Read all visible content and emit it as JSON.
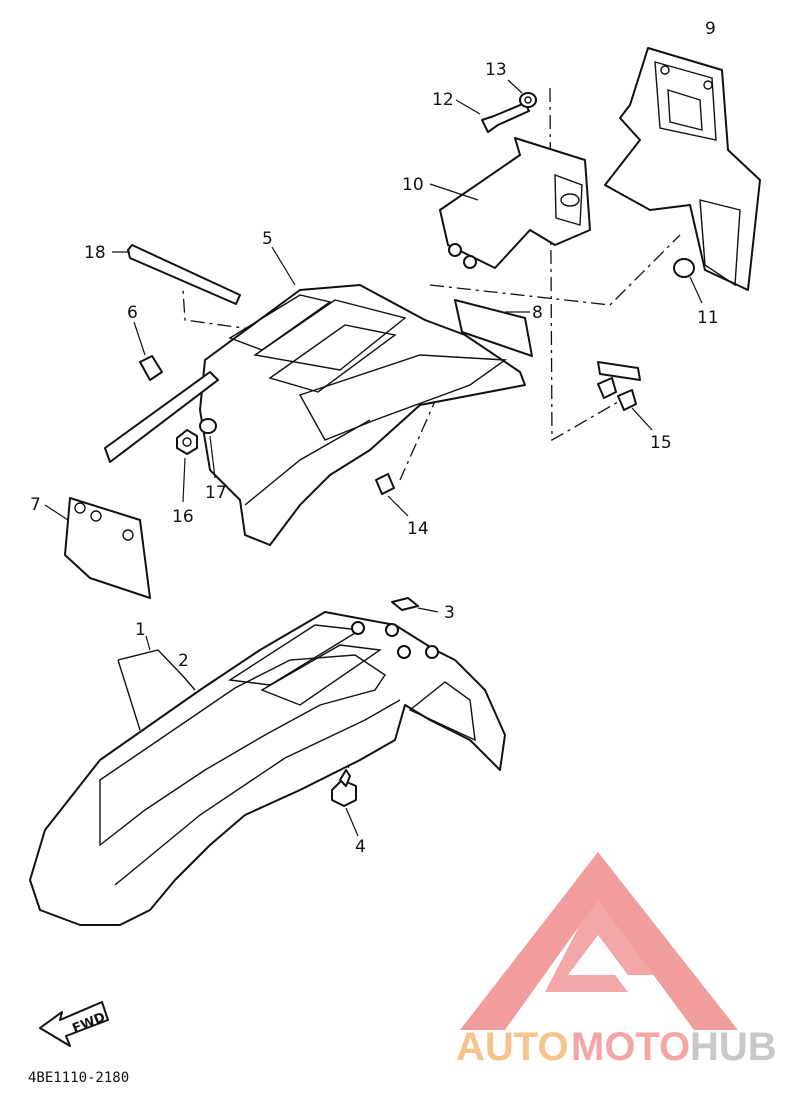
{
  "callouts": {
    "c1": "1",
    "c2": "2",
    "c3": "3",
    "c4": "4",
    "c5": "5",
    "c6": "6",
    "c7": "7",
    "c8": "8",
    "c9": "9",
    "c10": "10",
    "c11": "11",
    "c12": "12",
    "c13": "13",
    "c14": "14",
    "c15": "15",
    "c16": "16",
    "c17": "17",
    "c18": "18"
  },
  "fwd_label": "FWD",
  "drawing_code": "4BE1110-2180",
  "watermark": {
    "part1": "AUTO",
    "part2": "MOTO",
    "part3": "HUB",
    "colors": {
      "auto": "#f6c38a",
      "moto": "#f3a6a6",
      "hub": "#c8c8c8",
      "logo": "#f08c8c"
    }
  }
}
